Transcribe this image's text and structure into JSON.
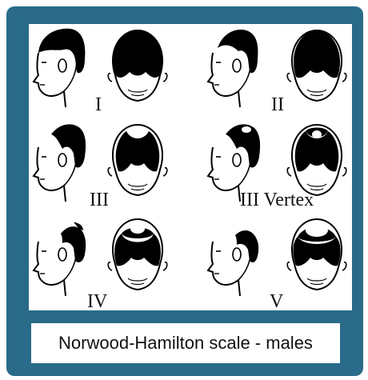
{
  "caption": "Norwood-Hamilton scale - males",
  "stages": [
    {
      "label": "I"
    },
    {
      "label": "II"
    },
    {
      "label": "III"
    },
    {
      "label": "III Vertex"
    },
    {
      "label": "IV"
    },
    {
      "label": "V"
    }
  ],
  "colors": {
    "frame": "#2a6b8a",
    "panel": "#ffffff",
    "hair": "#000000",
    "skin_outline": "#000000"
  }
}
